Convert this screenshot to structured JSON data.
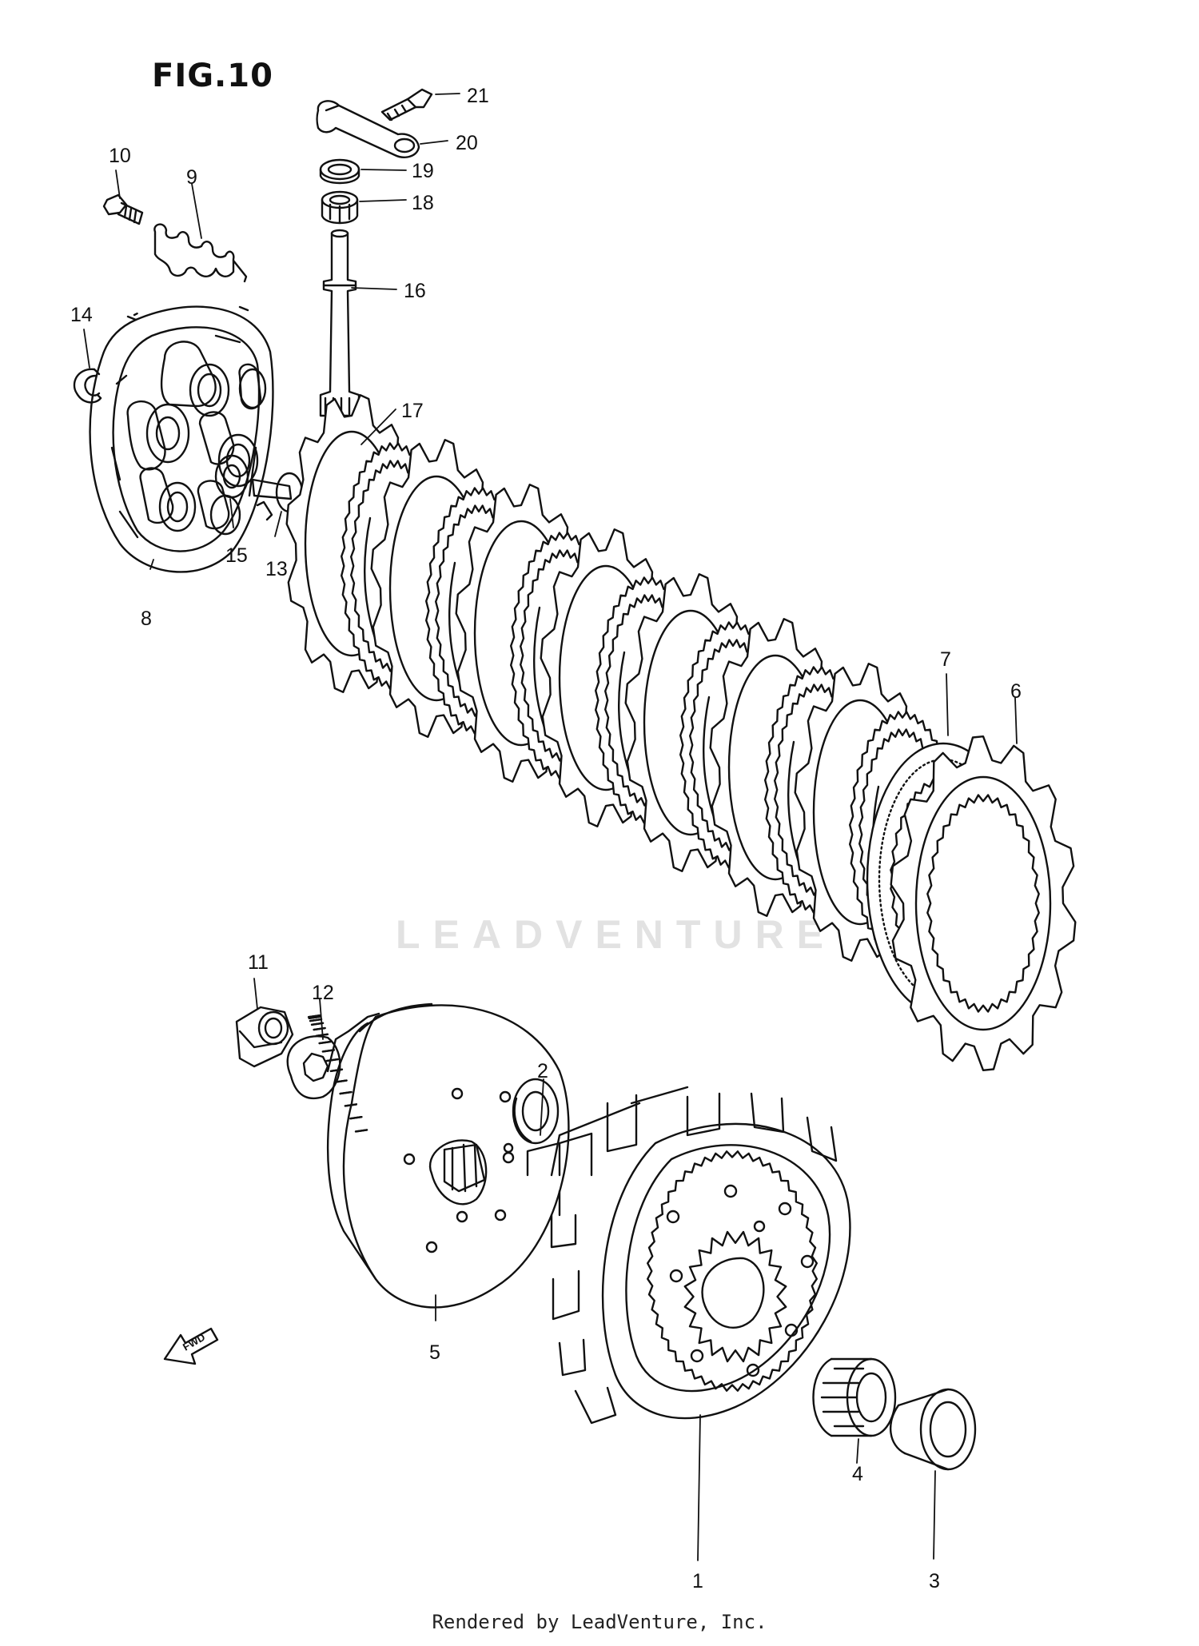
{
  "title": "FIG.10",
  "watermark": "LEADVENTURE",
  "footer": "Rendered by LeadVenture, Inc.",
  "fwd_label": "FWD",
  "callouts": [
    "1",
    "2",
    "3",
    "4",
    "5",
    "6",
    "7",
    "8",
    "9",
    "10",
    "11",
    "12",
    "13",
    "14",
    "15",
    "16",
    "17",
    "18",
    "19",
    "20",
    "21"
  ]
}
